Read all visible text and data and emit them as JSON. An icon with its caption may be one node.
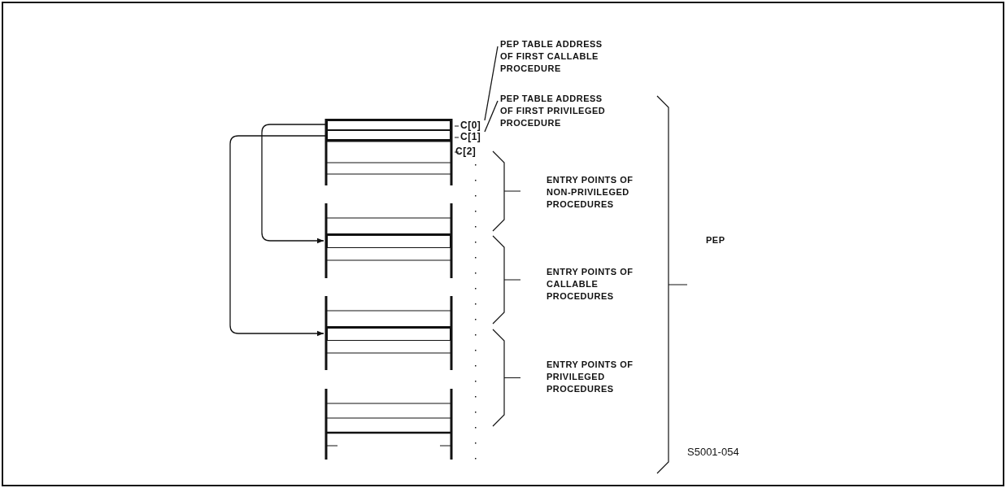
{
  "diagram": {
    "nodes": [
      {
        "text": [],
        "shape": "box",
        "beside": [
          "C[0]"
        ]
      },
      {
        "text": [],
        "shape": "box",
        "beside": [
          "C[1]"
        ]
      },
      {
        "text": [],
        "shape": "box"
      },
      {
        "text": [],
        "shape": "box"
      },
      {
        "text": [
          "PEP TABLE ADDRESS OF FIRST CALLABLE PROCEDURE"
        ]
      },
      {
        "text": [
          "PEP TABLE ADDRESS OF FIRST PRIVILEGED PROCEDURE"
        ]
      }
    ],
    "edges": [
      {
        "from": 0,
        "to": 2,
        "arrow": "to"
      },
      {
        "from": 1,
        "to": 3,
        "arrow": "to"
      },
      {
        "from": 4,
        "to": 0,
        "arrow": "none"
      },
      {
        "from": 5,
        "to": 1,
        "arrow": "none"
      }
    ],
    "labels": [
      "C[2]",
      "ENTRY POINTS OF NON-PRIVILEGED PROCEDURES",
      "ENTRY POINTS OF CALLABLE PROCEDURES",
      "ENTRY POINTS OF PRIVILEGED PROCEDURES",
      "PEP",
      "S5001-054"
    ]
  }
}
